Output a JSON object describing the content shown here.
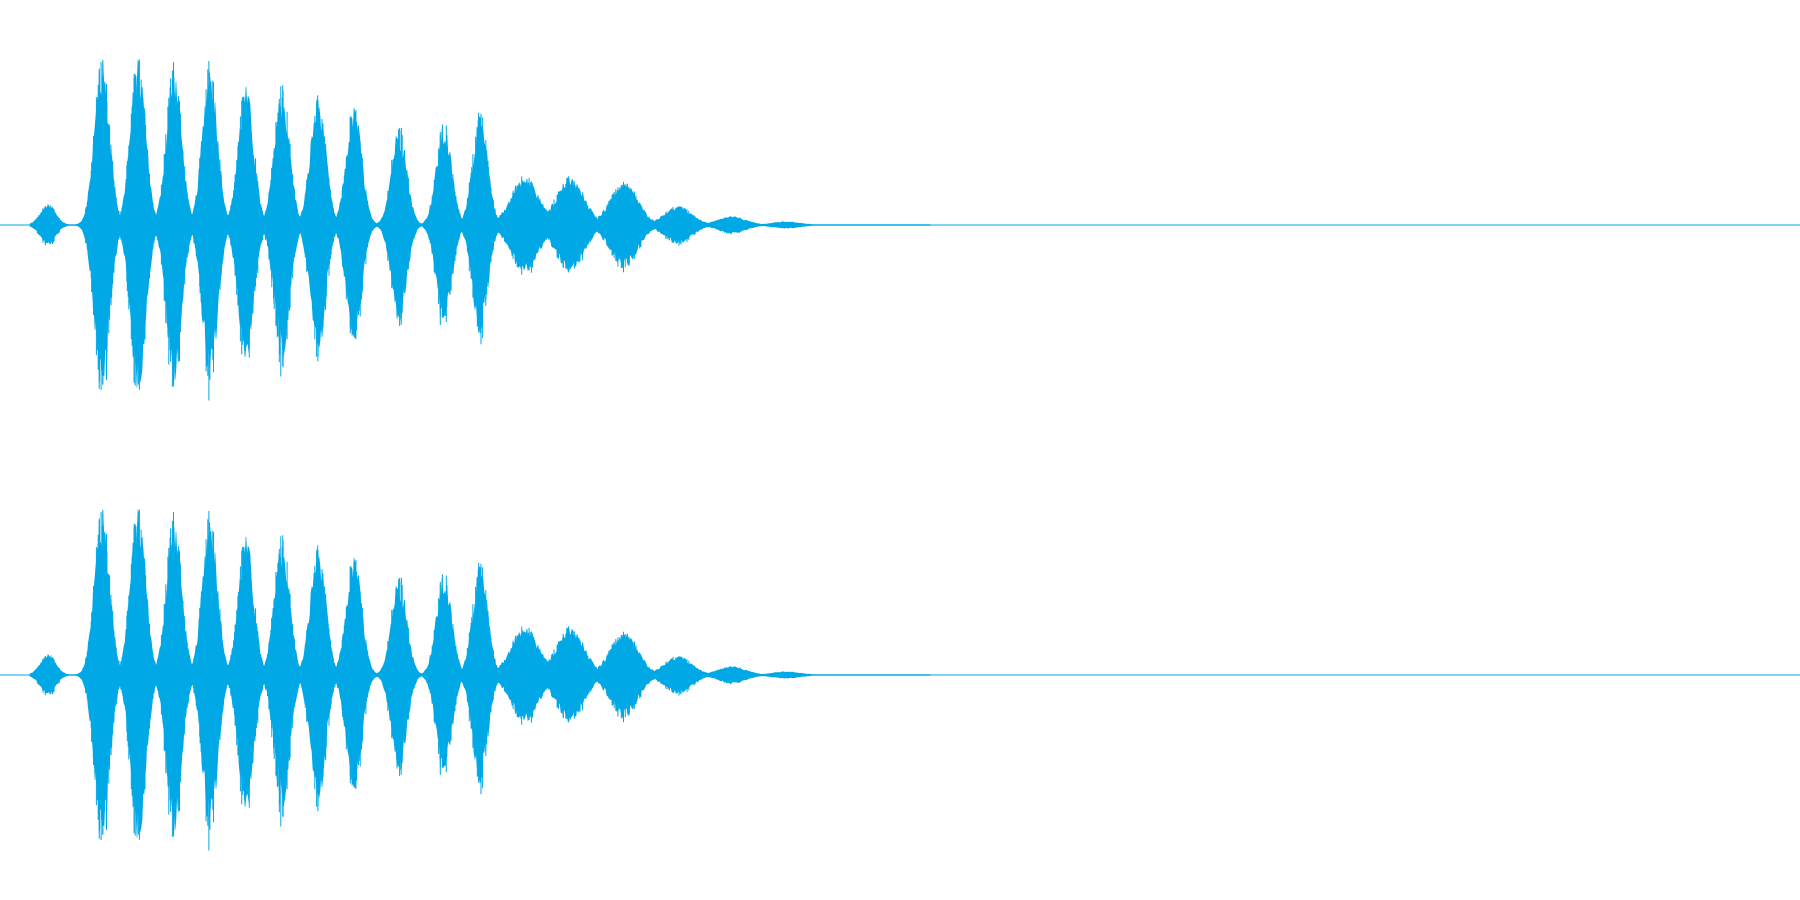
{
  "colors": {
    "background": "#ffffff",
    "waveform": "#00a8e6",
    "baseline": "#00a8e6"
  },
  "waveform": {
    "channels": 2,
    "bursts": [
      {
        "t": 0.02,
        "amp": 0.12
      },
      {
        "t": 0.08,
        "amp": 0.96
      },
      {
        "t": 0.12,
        "amp": 0.98
      },
      {
        "t": 0.16,
        "amp": 0.92
      },
      {
        "t": 0.2,
        "amp": 0.93
      },
      {
        "t": 0.24,
        "amp": 0.82
      },
      {
        "t": 0.28,
        "amp": 0.8
      },
      {
        "t": 0.32,
        "amp": 0.76
      },
      {
        "t": 0.36,
        "amp": 0.7
      },
      {
        "t": 0.41,
        "amp": 0.58
      },
      {
        "t": 0.46,
        "amp": 0.59
      },
      {
        "t": 0.5,
        "amp": 0.64
      },
      {
        "t": 0.55,
        "amp": 0.28
      },
      {
        "t": 0.6,
        "amp": 0.28
      },
      {
        "t": 0.66,
        "amp": 0.25
      },
      {
        "t": 0.72,
        "amp": 0.11
      },
      {
        "t": 0.78,
        "amp": 0.05
      },
      {
        "t": 0.84,
        "amp": 0.02
      }
    ],
    "active_extent": 0.51
  }
}
